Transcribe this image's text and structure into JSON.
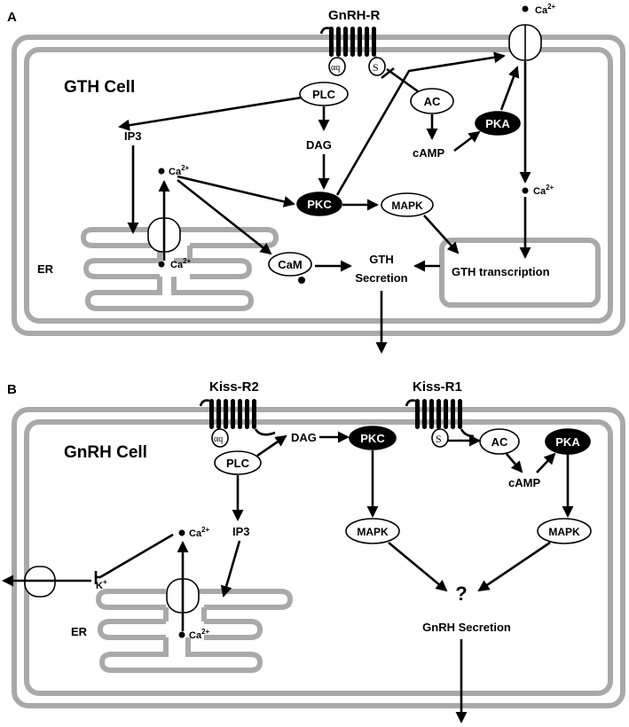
{
  "panel_a": {
    "label": "A",
    "cell_title": "GTH Cell",
    "receptor": "GnRH-R",
    "alpha_q": "αq",
    "s_sub": "S",
    "plc": "PLC",
    "ip3": "IP3",
    "dag": "DAG",
    "pkc": "PKC",
    "mapk": "MAPK",
    "ac": "AC",
    "camp": "cAMP",
    "pka": "PKA",
    "cam": "CaM",
    "er": "ER",
    "ca": "Ca",
    "ca_charge": "2+",
    "secretion_1": "GTH",
    "secretion_2": "Secretion",
    "transcription": "GTH transcription"
  },
  "panel_b": {
    "label": "B",
    "cell_title": "GnRH Cell",
    "receptor_r2": "Kiss-R2",
    "receptor_r1": "Kiss-R1",
    "alpha_q": "αq",
    "s_sub": "S",
    "plc": "PLC",
    "dag": "DAG",
    "pkc": "PKC",
    "ac": "AC",
    "pka": "PKA",
    "camp": "cAMP",
    "ip3": "IP3",
    "mapk": "MAPK",
    "er": "ER",
    "ca": "Ca",
    "ca_charge": "2+",
    "k": "K",
    "k_charge": "+",
    "question": "?",
    "secretion": "GnRH Secretion"
  }
}
